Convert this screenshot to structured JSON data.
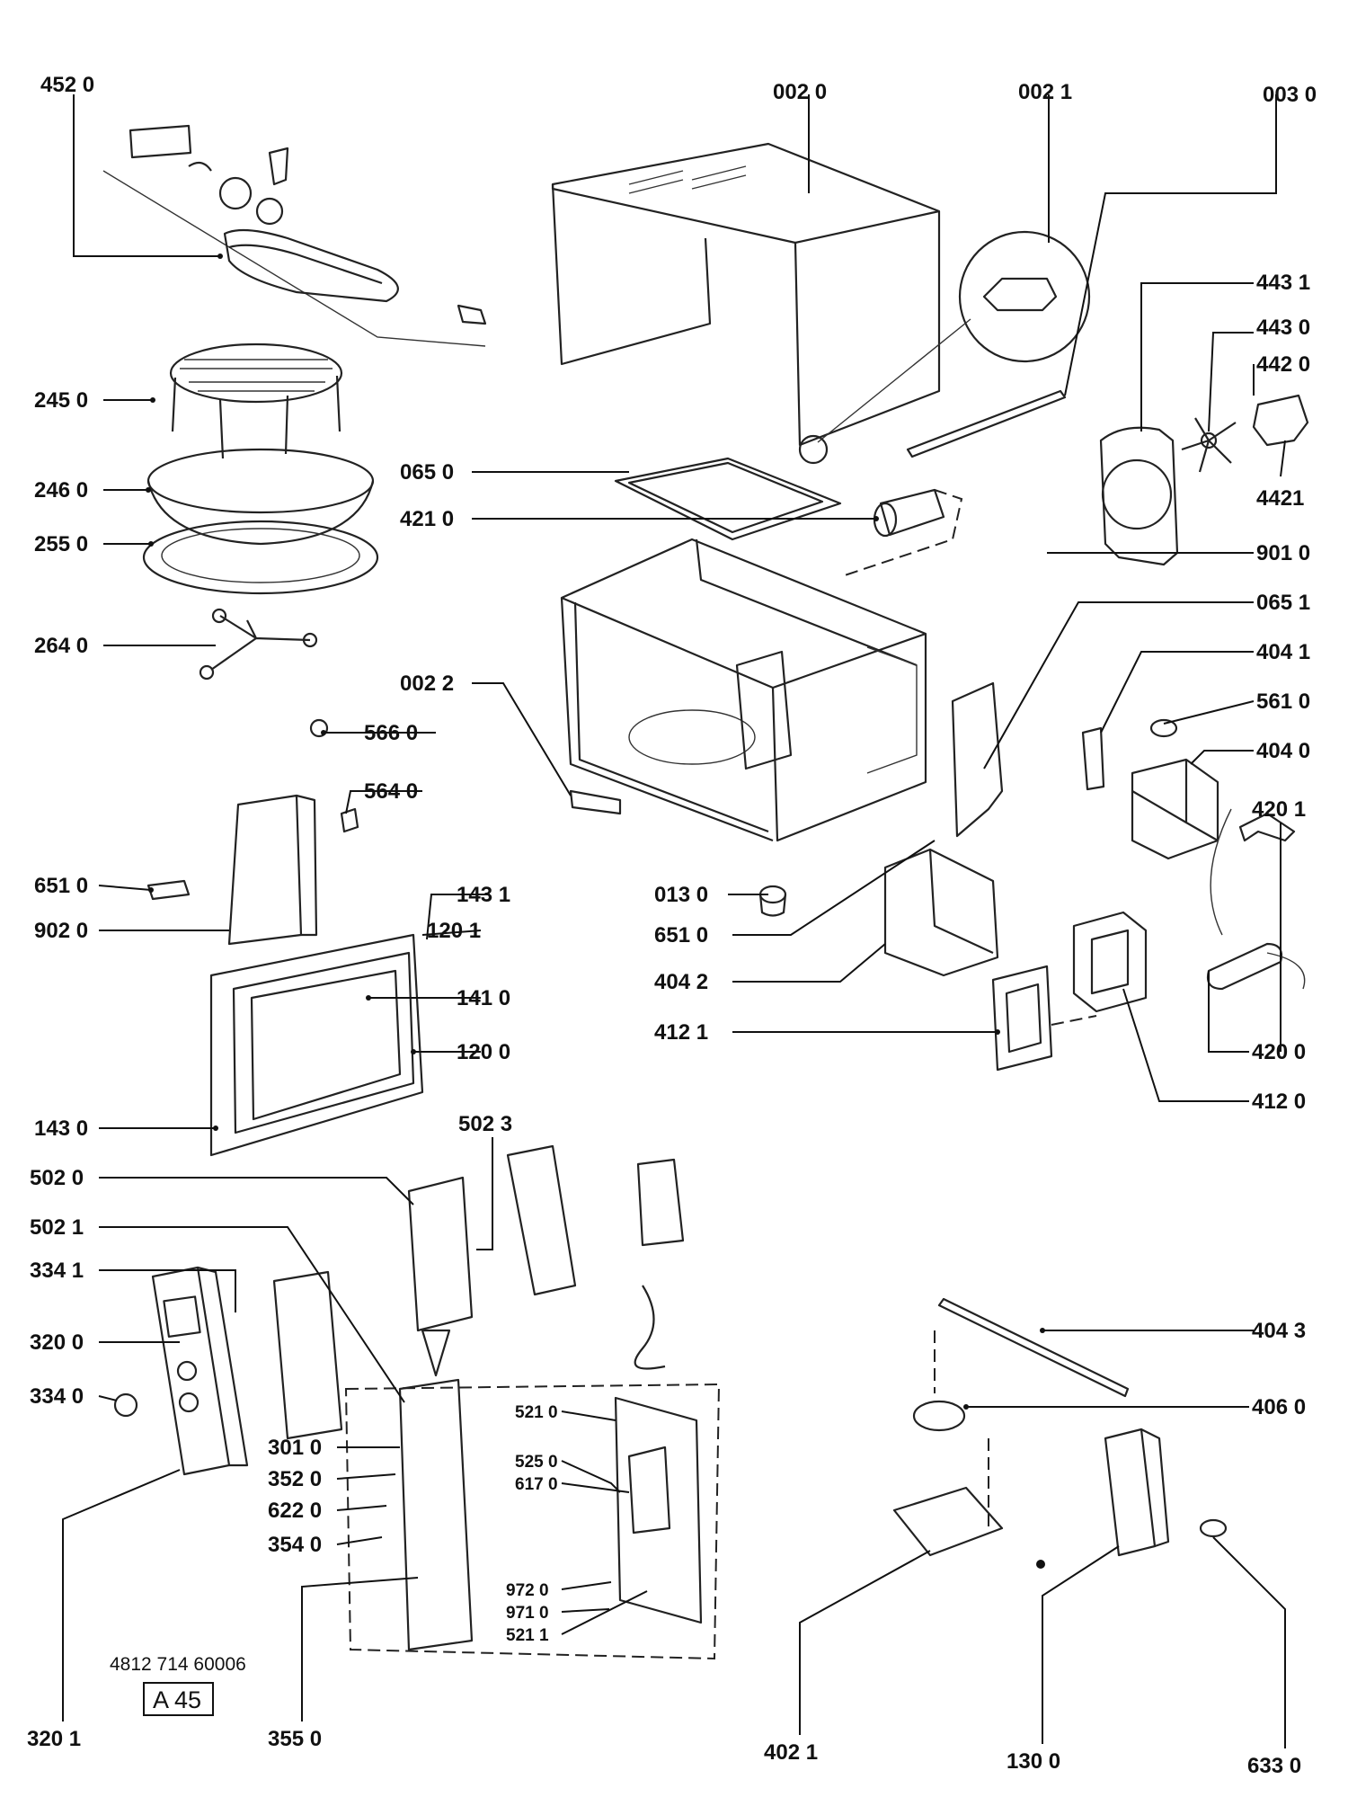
{
  "diagram": {
    "doc_number": "4812 714 60006",
    "ref_code": "A 45",
    "labels": {
      "p4520": "452 0",
      "p0020": "002  0",
      "p0021": "002 1",
      "p0030": "003 0",
      "p4431": "443 1",
      "p4430": "443 0",
      "p4420": "442 0",
      "p4421": "4421",
      "p9010": "901 0",
      "p0651": "065 1",
      "p4041": "404 1",
      "p5610": "561 0",
      "p4040": "404 0",
      "p4201": "420 1",
      "p4200": "420 0",
      "p4120": "412 0",
      "p2450": "245 0",
      "p2460": "246 0",
      "p2550": "255 0",
      "p2640": "264 0",
      "p0650": "065 0",
      "p4210": "421 0",
      "p0022": "002 2",
      "p5660": "566 0",
      "p5640": "564 0",
      "p6510a": "651  0",
      "p9020": "902 0",
      "p1431": "143 1",
      "p1201": "120 1",
      "p1410": "141 0",
      "p1200": "120 0",
      "p1430": "143 0",
      "p0130": "013  0",
      "p6510b": "651  0",
      "p4042": "404  2",
      "p4121": "412  1",
      "p5023": "502 3",
      "p5020": "502 0",
      "p5021": "502 1",
      "p3341": "334 1",
      "p3200": "320 0",
      "p3340": "334 0",
      "p3010": "301 0",
      "p3520": "352  0",
      "p6220": "622 0",
      "p3540": "354  0",
      "p5210": "521 0",
      "p5250": "525 0",
      "p6170": "617 0",
      "p9720": "972 0",
      "p9710": "971 0",
      "p5211": "521 1",
      "p4043": "404 3",
      "p4060": "406 0",
      "p3201": "320 1",
      "p3550": "355 0",
      "p4021": "402  1",
      "p1300": "130 0",
      "p6330": "633 0"
    }
  }
}
